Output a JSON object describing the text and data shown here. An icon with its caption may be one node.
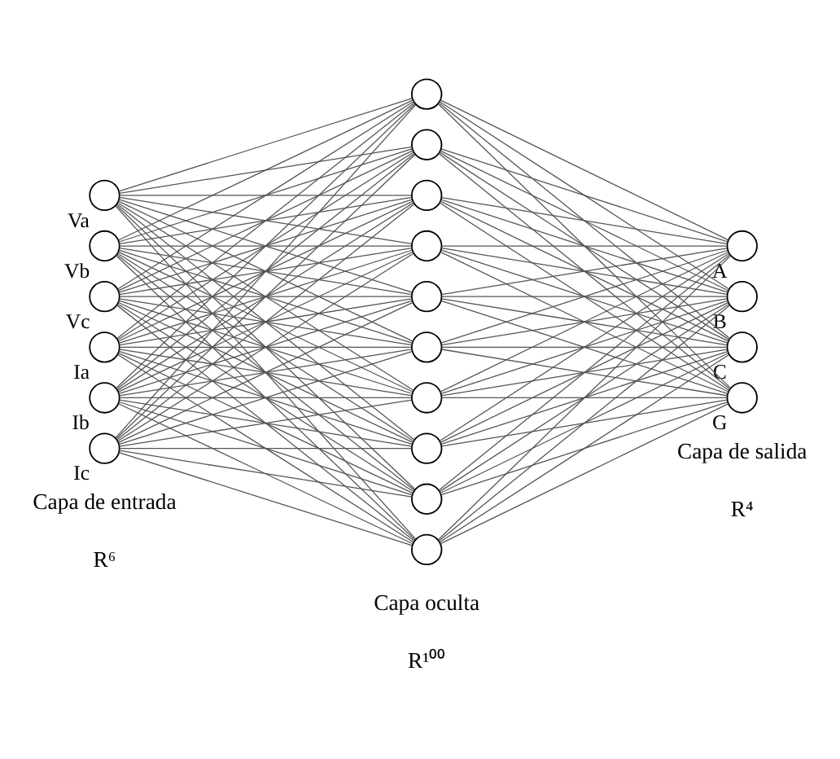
{
  "diagram": {
    "nodes": [
      {
        "text": [],
        "shape": "circle",
        "beside": [
          "Va"
        ]
      },
      {
        "text": [],
        "shape": "circle",
        "beside": [
          "Vb"
        ]
      },
      {
        "text": [],
        "shape": "circle",
        "beside": [
          "Vc"
        ]
      },
      {
        "text": [],
        "shape": "circle",
        "beside": [
          "Ia"
        ]
      },
      {
        "text": [],
        "shape": "circle",
        "beside": [
          "Ib"
        ]
      },
      {
        "text": [],
        "shape": "circle",
        "beside": [
          "Ic"
        ]
      },
      {
        "text": [],
        "shape": "circle"
      },
      {
        "text": [],
        "shape": "circle"
      },
      {
        "text": [],
        "shape": "circle"
      },
      {
        "text": [],
        "shape": "circle"
      },
      {
        "text": [],
        "shape": "circle"
      },
      {
        "text": [],
        "shape": "circle"
      },
      {
        "text": [],
        "shape": "circle"
      },
      {
        "text": [],
        "shape": "circle"
      },
      {
        "text": [],
        "shape": "circle"
      },
      {
        "text": [],
        "shape": "circle"
      },
      {
        "text": [],
        "shape": "circle",
        "beside": [
          "A"
        ]
      },
      {
        "text": [],
        "shape": "circle",
        "beside": [
          "B"
        ]
      },
      {
        "text": [],
        "shape": "circle",
        "beside": [
          "C"
        ]
      },
      {
        "text": [],
        "shape": "circle",
        "beside": [
          "G"
        ]
      }
    ],
    "edges": [
      {
        "from": 0,
        "to": 6,
        "arrow": "none"
      },
      {
        "from": 0,
        "to": 7,
        "arrow": "none"
      },
      {
        "from": 0,
        "to": 8,
        "arrow": "none"
      },
      {
        "from": 0,
        "to": 9,
        "arrow": "none"
      },
      {
        "from": 0,
        "to": 10,
        "arrow": "none"
      },
      {
        "from": 0,
        "to": 11,
        "arrow": "none"
      },
      {
        "from": 0,
        "to": 12,
        "arrow": "none"
      },
      {
        "from": 0,
        "to": 13,
        "arrow": "none"
      },
      {
        "from": 0,
        "to": 14,
        "arrow": "none"
      },
      {
        "from": 0,
        "to": 15,
        "arrow": "none"
      },
      {
        "from": 1,
        "to": 6,
        "arrow": "none"
      },
      {
        "from": 1,
        "to": 7,
        "arrow": "none"
      },
      {
        "from": 1,
        "to": 8,
        "arrow": "none"
      },
      {
        "from": 1,
        "to": 9,
        "arrow": "none"
      },
      {
        "from": 1,
        "to": 10,
        "arrow": "none"
      },
      {
        "from": 1,
        "to": 11,
        "arrow": "none"
      },
      {
        "from": 1,
        "to": 12,
        "arrow": "none"
      },
      {
        "from": 1,
        "to": 13,
        "arrow": "none"
      },
      {
        "from": 1,
        "to": 14,
        "arrow": "none"
      },
      {
        "from": 1,
        "to": 15,
        "arrow": "none"
      },
      {
        "from": 2,
        "to": 6,
        "arrow": "none"
      },
      {
        "from": 2,
        "to": 7,
        "arrow": "none"
      },
      {
        "from": 2,
        "to": 8,
        "arrow": "none"
      },
      {
        "from": 2,
        "to": 9,
        "arrow": "none"
      },
      {
        "from": 2,
        "to": 10,
        "arrow": "none"
      },
      {
        "from": 2,
        "to": 11,
        "arrow": "none"
      },
      {
        "from": 2,
        "to": 12,
        "arrow": "none"
      },
      {
        "from": 2,
        "to": 13,
        "arrow": "none"
      },
      {
        "from": 2,
        "to": 14,
        "arrow": "none"
      },
      {
        "from": 2,
        "to": 15,
        "arrow": "none"
      },
      {
        "from": 3,
        "to": 6,
        "arrow": "none"
      },
      {
        "from": 3,
        "to": 7,
        "arrow": "none"
      },
      {
        "from": 3,
        "to": 8,
        "arrow": "none"
      },
      {
        "from": 3,
        "to": 9,
        "arrow": "none"
      },
      {
        "from": 3,
        "to": 10,
        "arrow": "none"
      },
      {
        "from": 3,
        "to": 11,
        "arrow": "none"
      },
      {
        "from": 3,
        "to": 12,
        "arrow": "none"
      },
      {
        "from": 3,
        "to": 13,
        "arrow": "none"
      },
      {
        "from": 3,
        "to": 14,
        "arrow": "none"
      },
      {
        "from": 3,
        "to": 15,
        "arrow": "none"
      },
      {
        "from": 4,
        "to": 6,
        "arrow": "none"
      },
      {
        "from": 4,
        "to": 7,
        "arrow": "none"
      },
      {
        "from": 4,
        "to": 8,
        "arrow": "none"
      },
      {
        "from": 4,
        "to": 9,
        "arrow": "none"
      },
      {
        "from": 4,
        "to": 10,
        "arrow": "none"
      },
      {
        "from": 4,
        "to": 11,
        "arrow": "none"
      },
      {
        "from": 4,
        "to": 12,
        "arrow": "none"
      },
      {
        "from": 4,
        "to": 13,
        "arrow": "none"
      },
      {
        "from": 4,
        "to": 14,
        "arrow": "none"
      },
      {
        "from": 4,
        "to": 15,
        "arrow": "none"
      },
      {
        "from": 5,
        "to": 6,
        "arrow": "none"
      },
      {
        "from": 5,
        "to": 7,
        "arrow": "none"
      },
      {
        "from": 5,
        "to": 8,
        "arrow": "none"
      },
      {
        "from": 5,
        "to": 9,
        "arrow": "none"
      },
      {
        "from": 5,
        "to": 10,
        "arrow": "none"
      },
      {
        "from": 5,
        "to": 11,
        "arrow": "none"
      },
      {
        "from": 5,
        "to": 12,
        "arrow": "none"
      },
      {
        "from": 5,
        "to": 13,
        "arrow": "none"
      },
      {
        "from": 5,
        "to": 14,
        "arrow": "none"
      },
      {
        "from": 5,
        "to": 15,
        "arrow": "none"
      },
      {
        "from": 6,
        "to": 16,
        "arrow": "none"
      },
      {
        "from": 6,
        "to": 17,
        "arrow": "none"
      },
      {
        "from": 6,
        "to": 18,
        "arrow": "none"
      },
      {
        "from": 6,
        "to": 19,
        "arrow": "none"
      },
      {
        "from": 7,
        "to": 16,
        "arrow": "none"
      },
      {
        "from": 7,
        "to": 17,
        "arrow": "none"
      },
      {
        "from": 7,
        "to": 18,
        "arrow": "none"
      },
      {
        "from": 7,
        "to": 19,
        "arrow": "none"
      },
      {
        "from": 8,
        "to": 16,
        "arrow": "none"
      },
      {
        "from": 8,
        "to": 17,
        "arrow": "none"
      },
      {
        "from": 8,
        "to": 18,
        "arrow": "none"
      },
      {
        "from": 8,
        "to": 19,
        "arrow": "none"
      },
      {
        "from": 9,
        "to": 16,
        "arrow": "none"
      },
      {
        "from": 9,
        "to": 17,
        "arrow": "none"
      },
      {
        "from": 9,
        "to": 18,
        "arrow": "none"
      },
      {
        "from": 9,
        "to": 19,
        "arrow": "none"
      },
      {
        "from": 10,
        "to": 16,
        "arrow": "none"
      },
      {
        "from": 10,
        "to": 17,
        "arrow": "none"
      },
      {
        "from": 10,
        "to": 18,
        "arrow": "none"
      },
      {
        "from": 10,
        "to": 19,
        "arrow": "none"
      },
      {
        "from": 11,
        "to": 16,
        "arrow": "none"
      },
      {
        "from": 11,
        "to": 17,
        "arrow": "none"
      },
      {
        "from": 11,
        "to": 18,
        "arrow": "none"
      },
      {
        "from": 11,
        "to": 19,
        "arrow": "none"
      },
      {
        "from": 12,
        "to": 16,
        "arrow": "none"
      },
      {
        "from": 12,
        "to": 17,
        "arrow": "none"
      },
      {
        "from": 12,
        "to": 18,
        "arrow": "none"
      },
      {
        "from": 12,
        "to": 19,
        "arrow": "none"
      },
      {
        "from": 13,
        "to": 16,
        "arrow": "none"
      },
      {
        "from": 13,
        "to": 17,
        "arrow": "none"
      },
      {
        "from": 13,
        "to": 18,
        "arrow": "none"
      },
      {
        "from": 13,
        "to": 19,
        "arrow": "none"
      },
      {
        "from": 14,
        "to": 16,
        "arrow": "none"
      },
      {
        "from": 14,
        "to": 17,
        "arrow": "none"
      },
      {
        "from": 14,
        "to": 18,
        "arrow": "none"
      },
      {
        "from": 14,
        "to": 19,
        "arrow": "none"
      },
      {
        "from": 15,
        "to": 16,
        "arrow": "none"
      },
      {
        "from": 15,
        "to": 17,
        "arrow": "none"
      },
      {
        "from": 15,
        "to": 18,
        "arrow": "none"
      },
      {
        "from": 15,
        "to": 19,
        "arrow": "none"
      }
    ],
    "labels": [
      "Capa de entrada",
      "R⁶",
      "Capa oculta",
      "R¹⁰⁰",
      "Capa de salida",
      "R⁴"
    ]
  }
}
